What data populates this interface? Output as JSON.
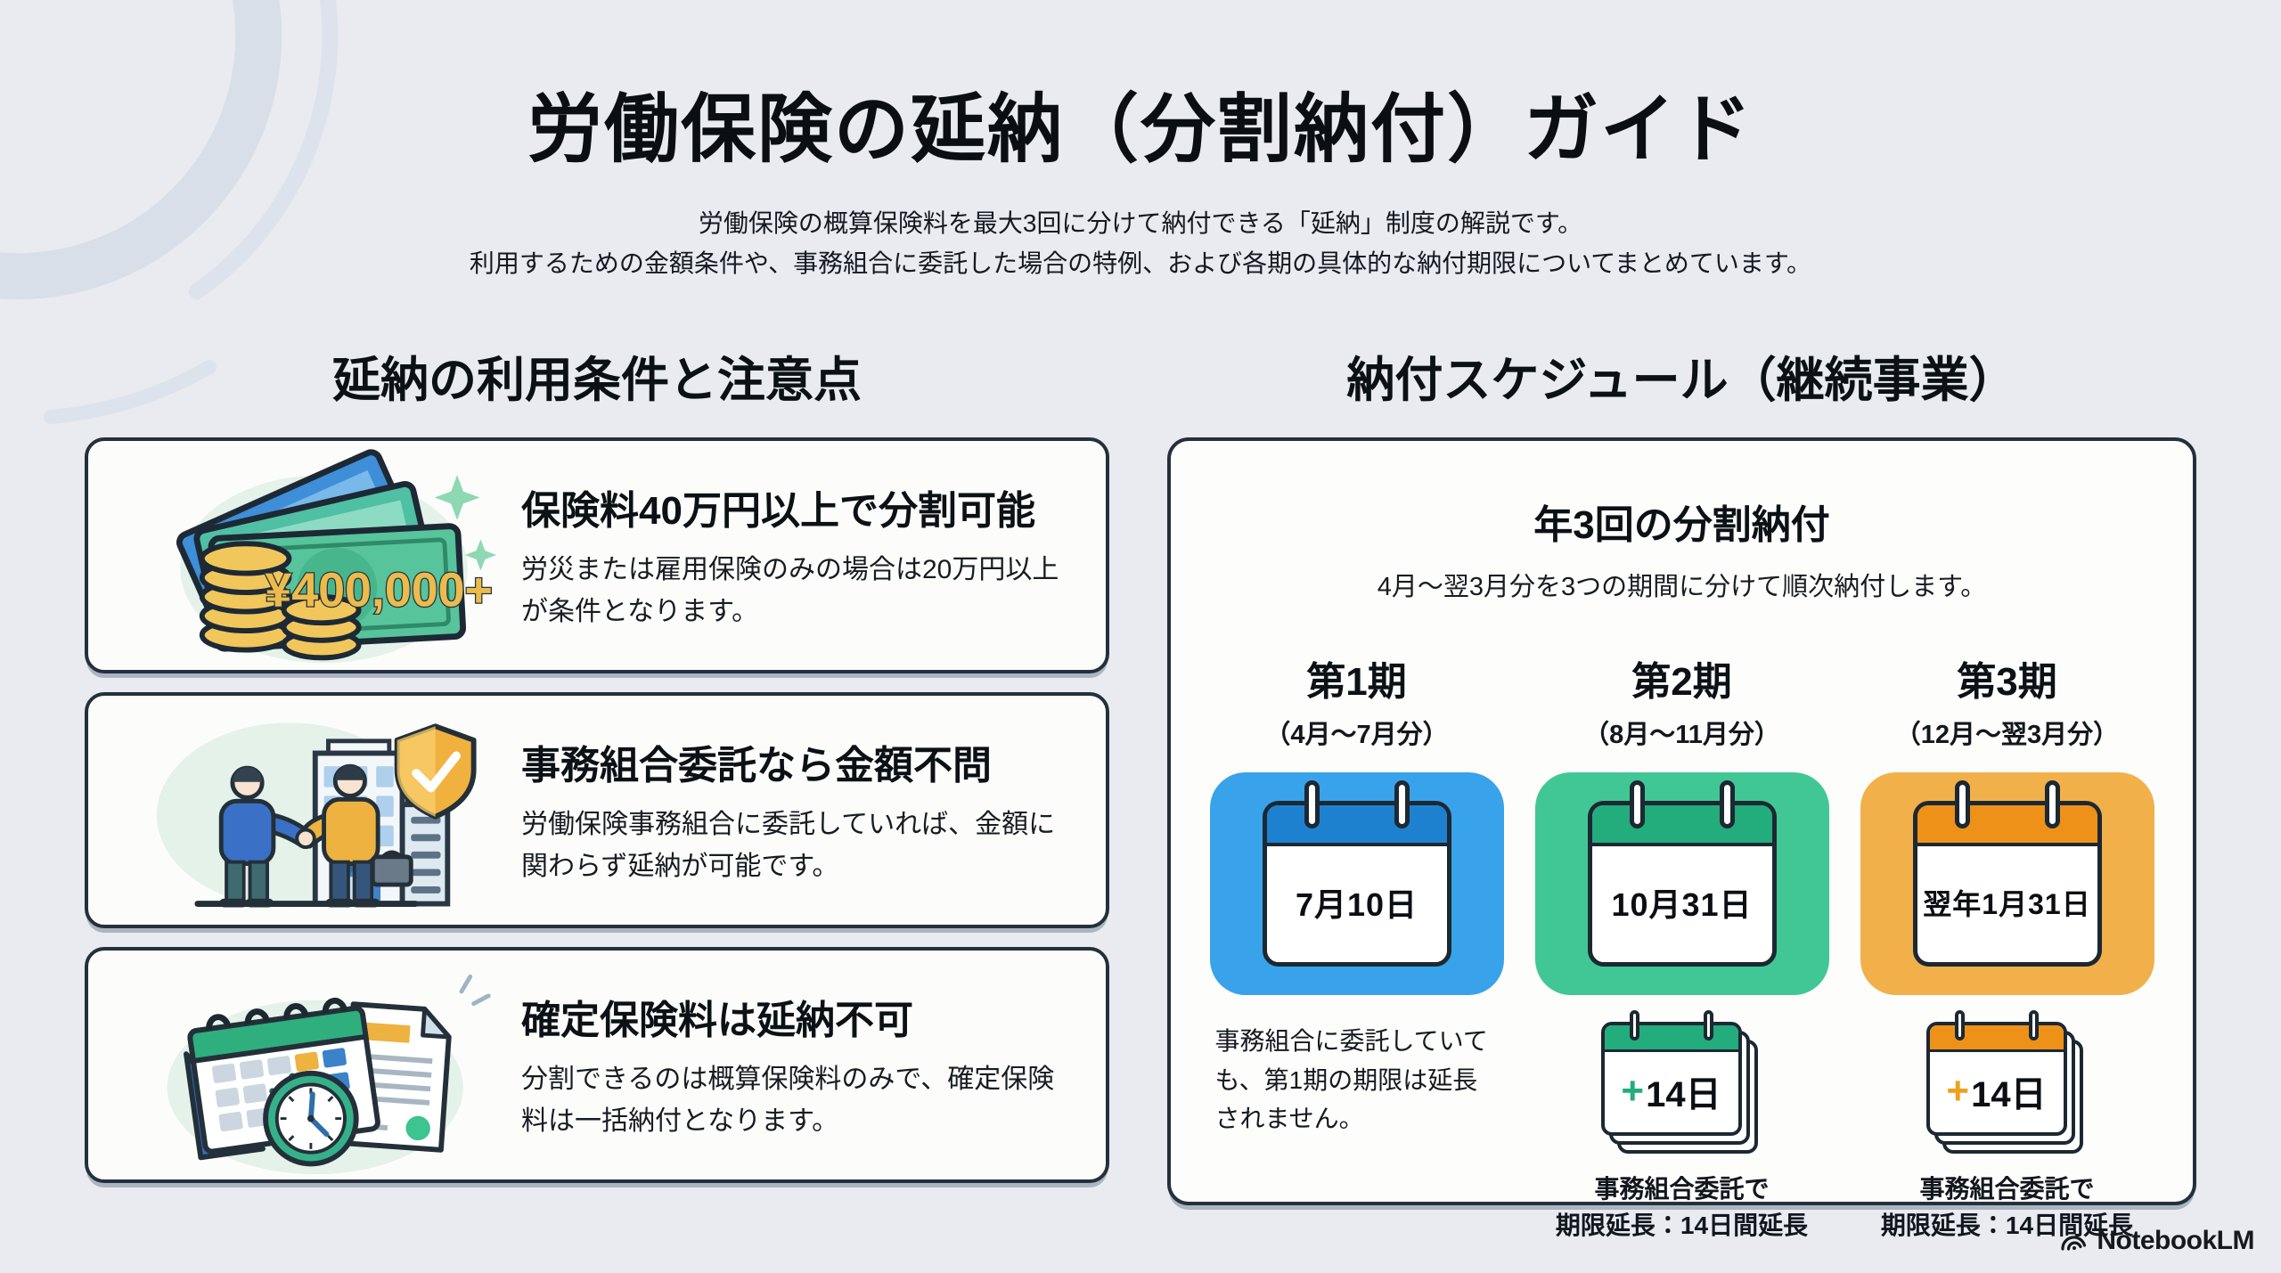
{
  "header": {
    "title": "労働保険の延納（分割納付）ガイド",
    "subtitle_line1": "労働保険の概算保険料を最大3回に分けて納付できる「延納」制度の解説です。",
    "subtitle_line2": "利用するための金額条件や、事務組合に委託した場合の特例、および各期の具体的な納付期限についてまとめています。"
  },
  "left_section": {
    "heading": "延納の利用条件と注意点",
    "cards": [
      {
        "icon": "money-bills-coins-icon",
        "money_label": "¥400,000+",
        "title": "保険料40万円以上で分割可能",
        "body": "労災または雇用保険のみの場合は20万円以上が条件となります。"
      },
      {
        "icon": "handshake-building-shield-icon",
        "title": "事務組合委託なら金額不問",
        "body": "労働保険事務組合に委託していれば、金額に関わらず延納が可能です。"
      },
      {
        "icon": "calendar-clock-document-icon",
        "title": "確定保険料は延納不可",
        "body": "分割できるのは概算保険料のみで、確定保険料は一括納付となります。"
      }
    ]
  },
  "right_section": {
    "heading": "納付スケジュール（継続事業）",
    "panel_title": "年3回の分割納付",
    "panel_subtitle": "4月〜翌3月分を3つの期間に分けて順次納付します。",
    "periods": [
      {
        "name": "第1期",
        "range": "（4月〜7月分）",
        "due_date": "7月10日",
        "tile_color": "#38a3ea",
        "header_color": "#1e81d0",
        "note": "事務組合に委託していても、第1期の期限は延長されません。"
      },
      {
        "name": "第2期",
        "range": "（8月〜11月分）",
        "due_date": "10月31日",
        "tile_color": "#41c795",
        "header_color": "#23ac7c",
        "extension_plus": "+",
        "extension_days": "14日",
        "extension_caption_line1": "事務組合委託で",
        "extension_caption_line2": "期限延長：14日間延長"
      },
      {
        "name": "第3期",
        "range": "（12月〜翌3月分）",
        "due_date": "翌年1月31日",
        "tile_color": "#f2b04b",
        "header_color": "#ee9118",
        "extension_plus": "+",
        "extension_days": "14日",
        "extension_caption_line1": "事務組合委託で",
        "extension_caption_line2": "期限延長：14日間延長"
      }
    ]
  },
  "footer": {
    "brand": "NotebookLM"
  },
  "colors": {
    "background": "#e9ebf1",
    "card_background": "#fcfdfb",
    "outline": "#24303c",
    "period1_blue": "#38a3ea",
    "period2_green": "#41c795",
    "period3_orange": "#f2b04b",
    "accent_gold": "#edbb4b",
    "icon_blob_green": "#e4f2ea"
  }
}
